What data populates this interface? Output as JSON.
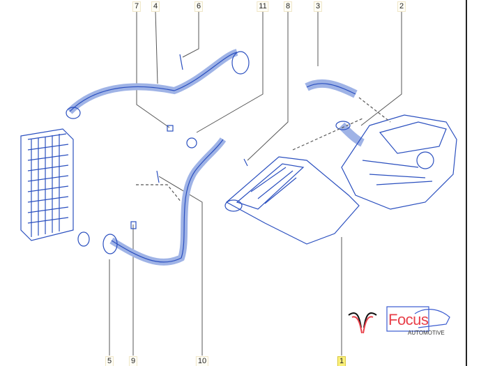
{
  "diagram": {
    "callouts_top": [
      "7",
      "4",
      "6",
      "11",
      "8",
      "3",
      "2"
    ],
    "callouts_bottom": [
      "5",
      "9",
      "10",
      "1"
    ],
    "highlighted_callout": "1",
    "line_color": "#2a4fbf",
    "highlight_color": "#fbf07a"
  },
  "watermark": {
    "brand": "Focus",
    "subtitle": "AUTOMOTIVE"
  }
}
